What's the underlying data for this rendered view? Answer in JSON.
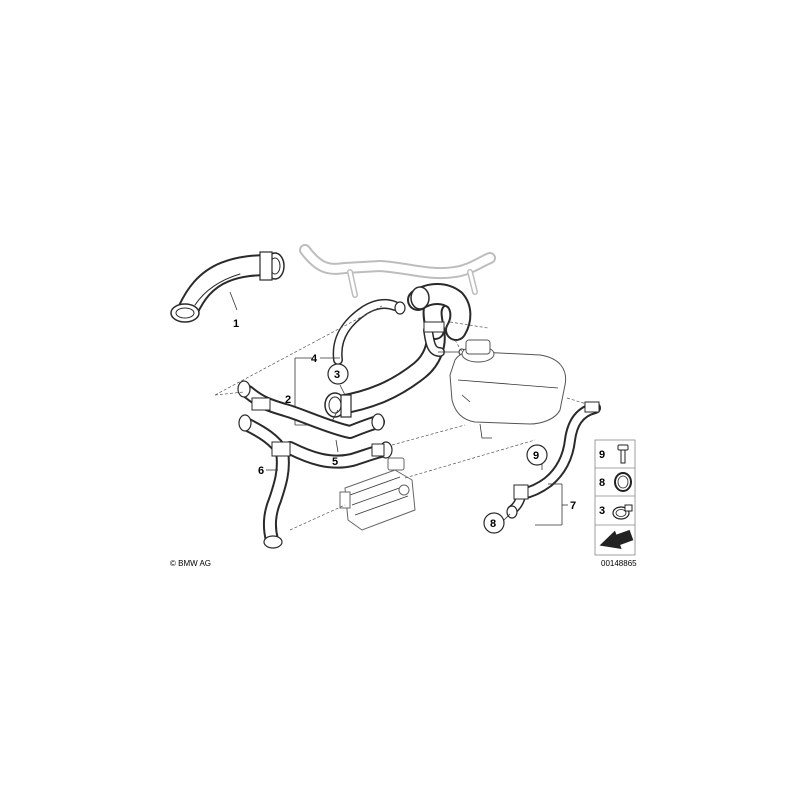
{
  "copyright": "© BMW AG",
  "drawing_number": "00148865",
  "callouts": {
    "c1": "1",
    "c2": "2",
    "c3": "3",
    "c4": "4",
    "c5": "5",
    "c6": "6",
    "c7": "7",
    "c8": "8",
    "c9": "9"
  },
  "legend": {
    "items": [
      {
        "number": "9",
        "icon": "bolt-icon"
      },
      {
        "number": "8",
        "icon": "o-ring-icon"
      },
      {
        "number": "3",
        "icon": "hose-clamp-icon"
      }
    ],
    "direction_icon": "arrow-icon"
  },
  "colors": {
    "line": "#2a2a2a",
    "ghost": "#bdbdbd"
  }
}
